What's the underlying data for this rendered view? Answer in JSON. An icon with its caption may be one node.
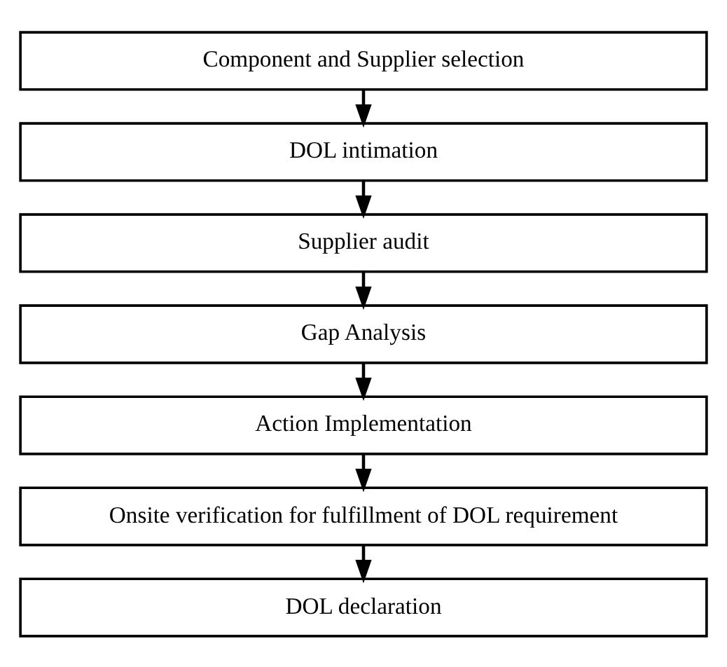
{
  "diagram": {
    "nodes": [
      {
        "text": [
          "Component and Supplier selection"
        ]
      },
      {
        "text": [
          "DOL intimation"
        ]
      },
      {
        "text": [
          "Supplier audit"
        ]
      },
      {
        "text": [
          "Gap Analysis"
        ]
      },
      {
        "text": [
          "Action Implementation"
        ]
      },
      {
        "text": [
          "Onsite verification for fulfillment of DOL requirement"
        ]
      },
      {
        "text": [
          "DOL declaration"
        ]
      }
    ],
    "edges": [
      {
        "from": 0,
        "to": 1,
        "arrow": "to"
      },
      {
        "from": 1,
        "to": 2,
        "arrow": "to"
      },
      {
        "from": 2,
        "to": 3,
        "arrow": "to"
      },
      {
        "from": 3,
        "to": 4,
        "arrow": "to"
      },
      {
        "from": 4,
        "to": 5,
        "arrow": "to"
      },
      {
        "from": 5,
        "to": 6,
        "arrow": "to"
      }
    ]
  }
}
